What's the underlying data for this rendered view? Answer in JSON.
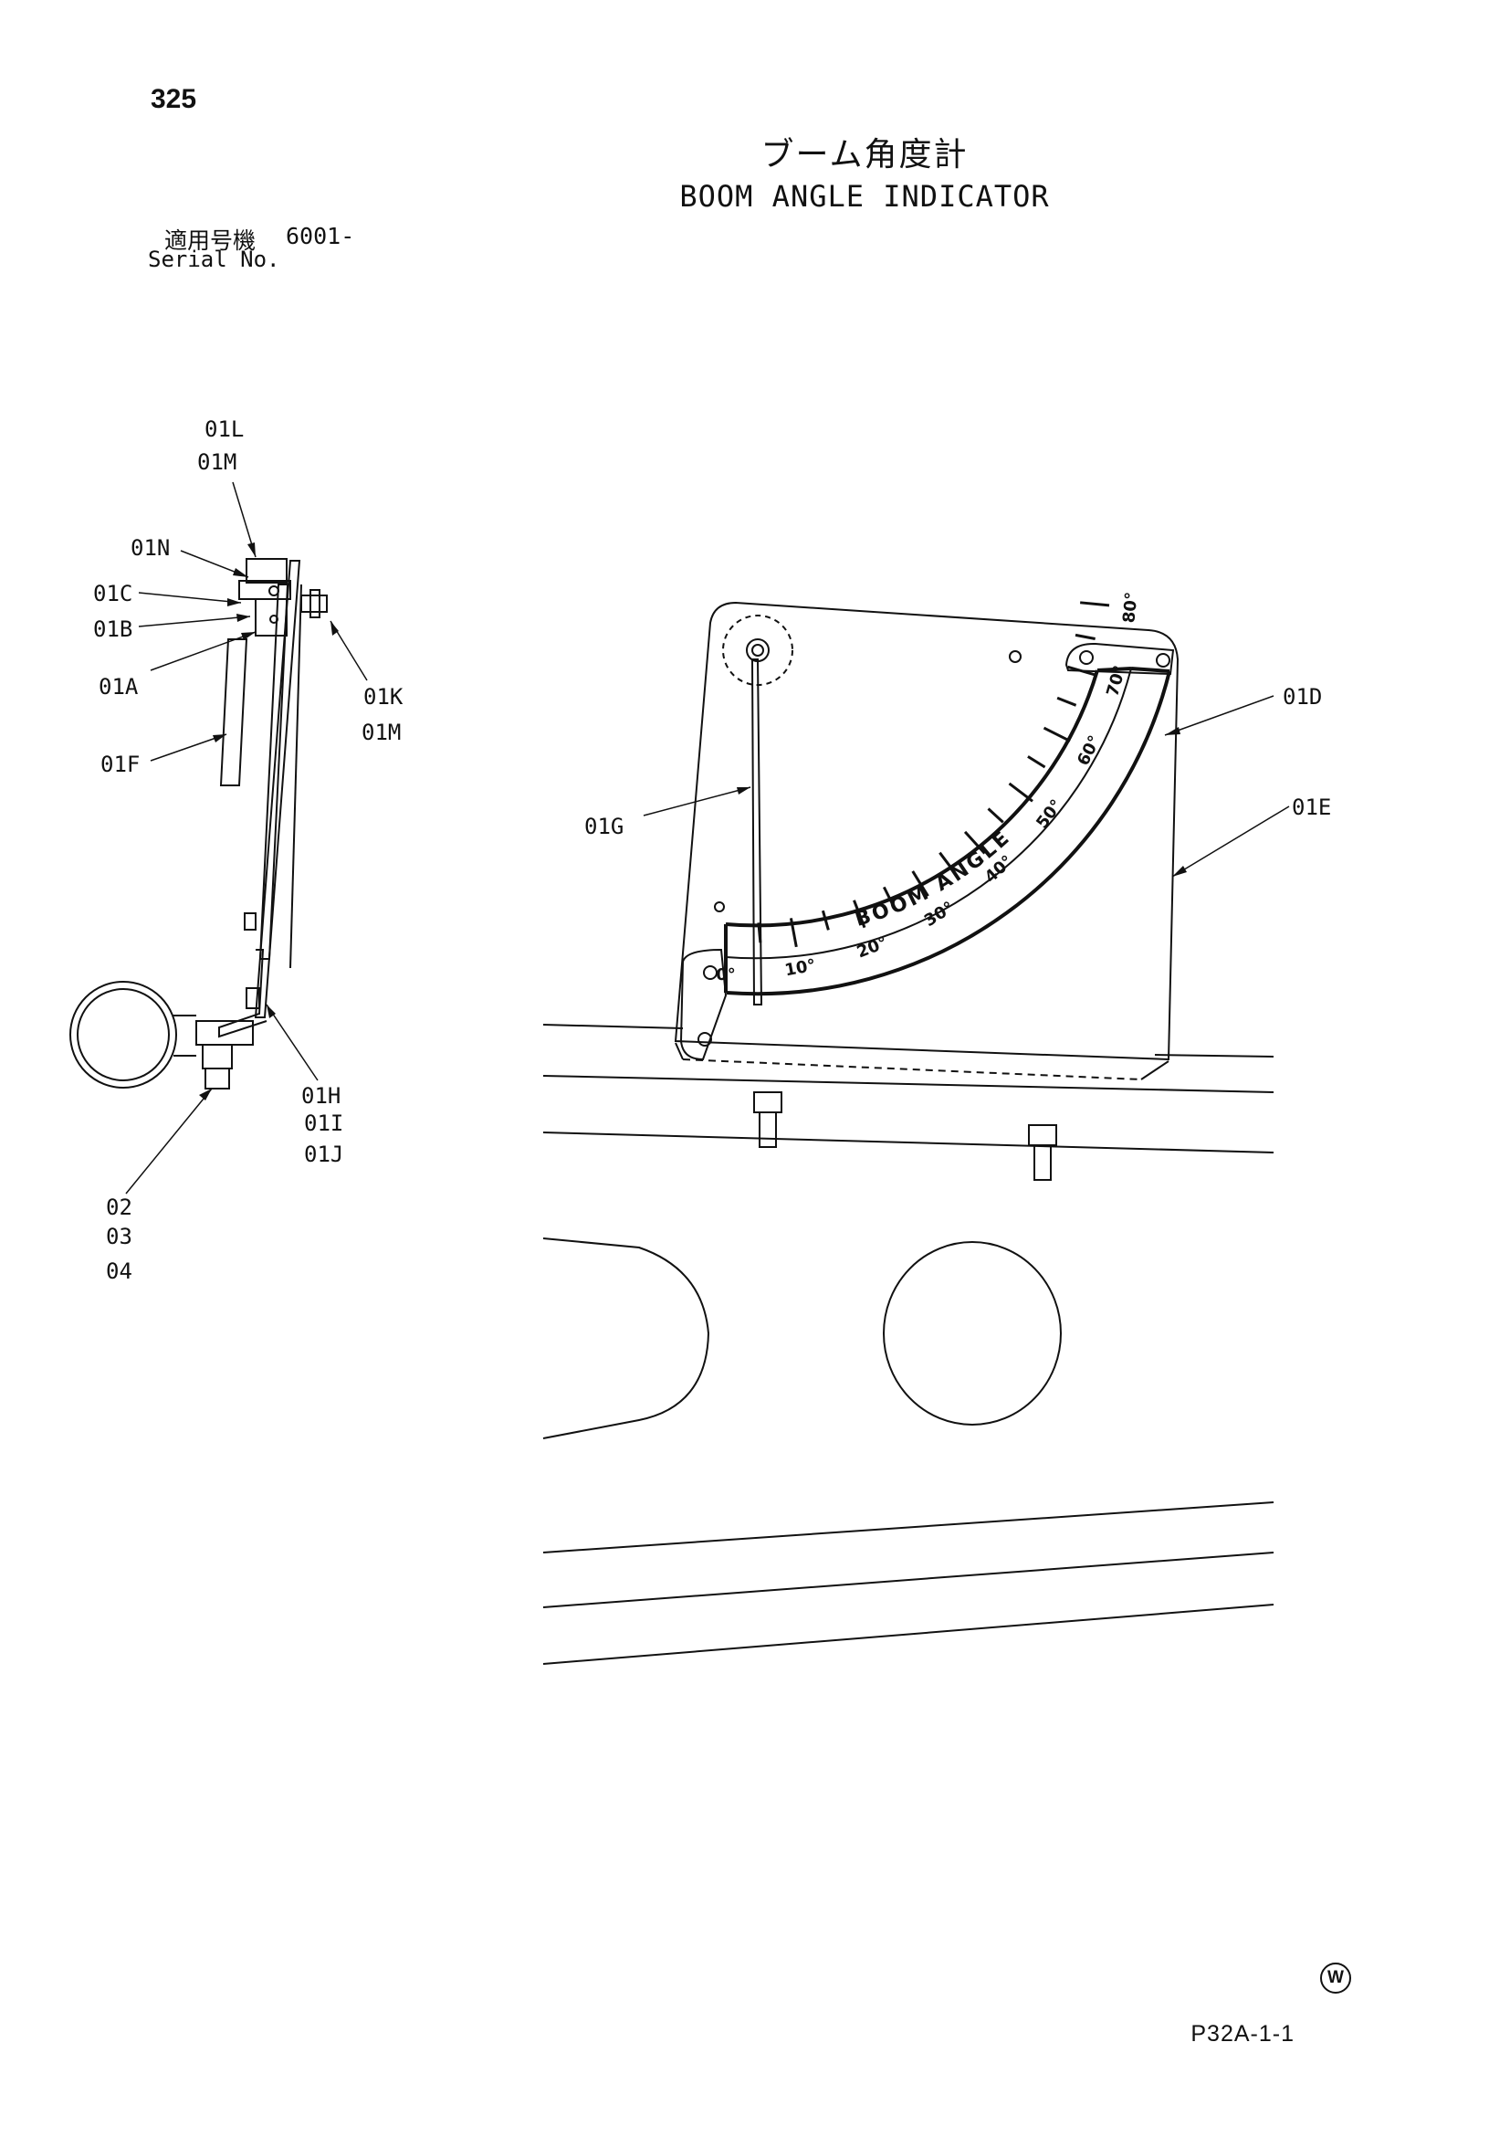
{
  "page_number": "325",
  "title_jp": "ブーム角度計",
  "title_en": "BOOM ANGLE INDICATOR",
  "serial": {
    "label_jp": "適用号機",
    "number": "6001-",
    "label_en": "Serial No."
  },
  "callouts": {
    "01L": "01L",
    "01M_top": "01M",
    "01N": "01N",
    "01C": "01C",
    "01B": "01B",
    "01A": "01A",
    "01F": "01F",
    "01K": "01K",
    "01M_right": "01M",
    "01H": "01H",
    "01I": "01I",
    "01J": "01J",
    "p02": "02",
    "p03": "03",
    "p04": "04",
    "01G": "01G",
    "01D": "01D",
    "01E": "01E"
  },
  "dial": {
    "arc_text": "BOOM ANGLE",
    "scale_labels": [
      "0°",
      "10°",
      "20°",
      "30°",
      "40°",
      "50°",
      "60°",
      "70°",
      "80°"
    ],
    "scale_values": [
      0,
      10,
      20,
      30,
      40,
      50,
      60,
      70,
      80
    ]
  },
  "watermark": "W",
  "sheet_code": "P32A-1-1"
}
